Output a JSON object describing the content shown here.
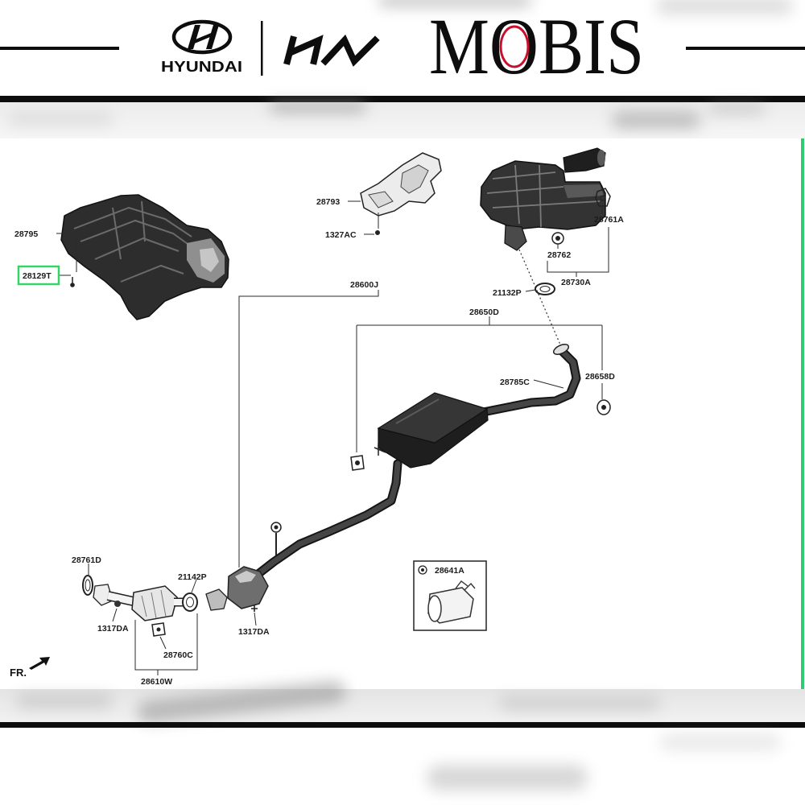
{
  "header": {
    "hyundai_wordmark": "HYUNDAI",
    "kia_logo_text": "KIA",
    "mobis_wordmark": "MOBIS"
  },
  "diagram": {
    "callouts": {
      "heat_shield_main": "28795",
      "heat_shield_bolt": "28129T",
      "heat_shield_small": "28793",
      "small_shield_bolt": "1327AC",
      "rear_hanger": "28761A",
      "rear_hanger_rubber": "28762",
      "rear_muffler_assy": "28730A",
      "rear_gasket": "21132P",
      "muffler_assy": "28600J",
      "center_muffler_assy": "28650D",
      "center_hanger_bracket": "28785C",
      "center_hanger": "28658D",
      "front_gasket": "28761D",
      "converter_gasket": "21142P",
      "front_nut": "1317DA",
      "converter_nut": "1317DA",
      "front_hanger": "28760C",
      "front_pipe_assy": "28610W",
      "clamp": "28641A"
    },
    "direction": "FR."
  },
  "icons": [
    "hyundai-logo-icon",
    "kia-logo-icon",
    "direction-arrow-icon",
    "reference-marker-icon"
  ],
  "colors": {
    "ink": "#111111",
    "part": "#2d2d2d",
    "highlight_frame": "#35d46a",
    "edge_marker": "#2ecc71",
    "mobis_accent": "#c8102e"
  }
}
